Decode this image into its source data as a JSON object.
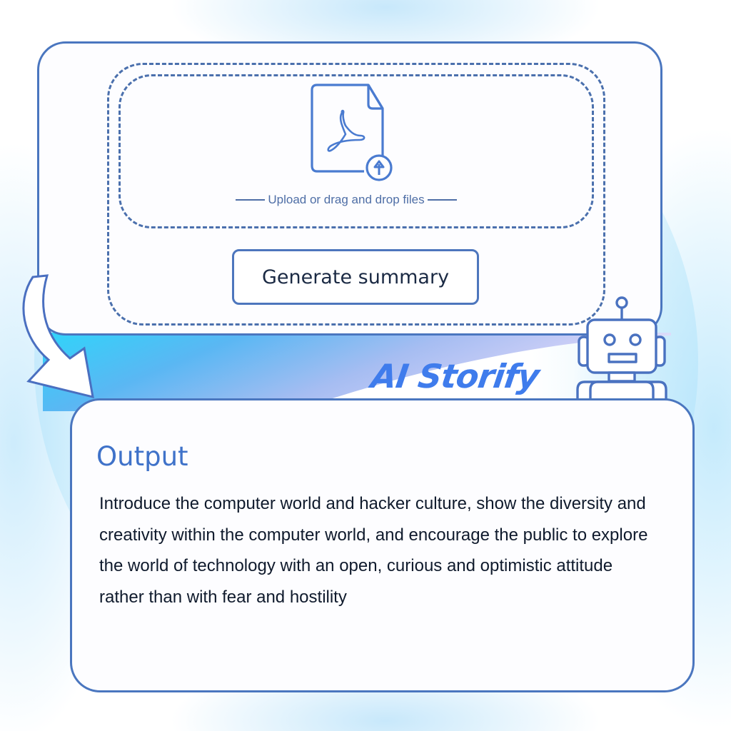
{
  "upload_panel": {
    "icon": "pdf-upload-icon",
    "drop_label": "Upload or drag and drop files",
    "generate_button": "Generate summary"
  },
  "brand": {
    "name": "AI Storify",
    "mascot": "robot-icon",
    "flow_arrow": "curved-arrow-icon"
  },
  "output_panel": {
    "title": "Output",
    "body": "Introduce the computer world and hacker culture, show the diversity and creativity within the computer world, and encourage the public to explore the world of technology with an open, curious and optimistic attitude rather than with fear and hostility"
  },
  "colors": {
    "accent": "#3f7cec",
    "border": "#4a76bf",
    "dash": "#4b70ad",
    "text_dark": "#0f1a2c",
    "band_start": "#34d1f8",
    "band_end": "#d7d4f8"
  }
}
